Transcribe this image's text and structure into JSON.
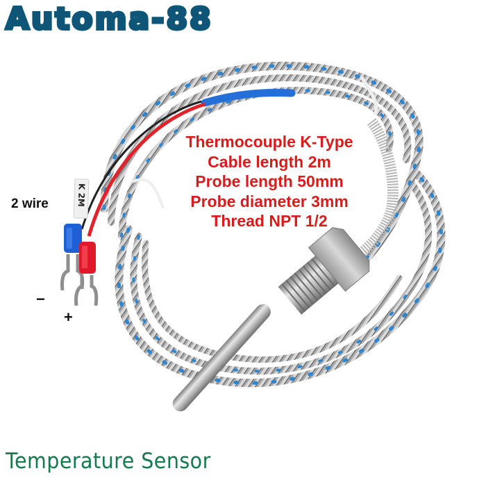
{
  "brand": {
    "name": "Automa-88",
    "color": "#0e5578"
  },
  "product": {
    "title": "Temperature Sensor",
    "title_color": "#147a4e"
  },
  "specs": {
    "color": "#d81c1c",
    "lines": [
      "Thermocouple K-Type",
      "Cable length 2m",
      "Probe length 50mm",
      "Probe diameter 3mm",
      "Thread NPT 1/2"
    ]
  },
  "wiring": {
    "label": "2 wire",
    "negative_symbol": "−",
    "positive_symbol": "+",
    "cable_tag": "K 2M",
    "terminal_colors": {
      "negative": "#1e5fd6",
      "positive": "#e0182a"
    }
  },
  "cable": {
    "braid_color": "#9a9a9a",
    "tracer_color": "#2e86d1"
  }
}
